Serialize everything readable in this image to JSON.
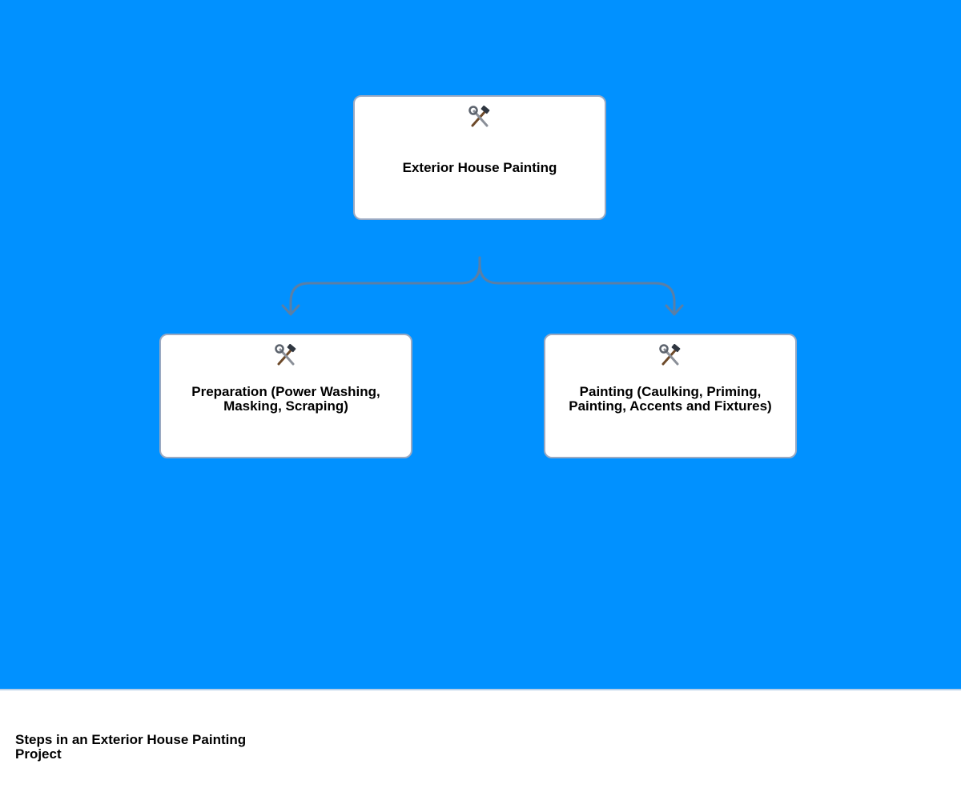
{
  "diagram": {
    "root": {
      "label": "Exterior House Painting",
      "icon": "hammer-and-wrench-icon"
    },
    "children": [
      {
        "label": "Preparation (Power Washing, Masking, Scraping)",
        "icon": "hammer-and-wrench-icon"
      },
      {
        "label": "Painting (Caulking, Priming, Painting, Accents and Fixtures)",
        "icon": "hammer-and-wrench-icon"
      }
    ]
  },
  "footer": {
    "title": "Steps in an Exterior House Painting Project"
  },
  "colors": {
    "background": "#0191ff",
    "node_fill": "#ffffff",
    "node_border": "#9aa9c2",
    "connector": "#5a7fa6"
  }
}
